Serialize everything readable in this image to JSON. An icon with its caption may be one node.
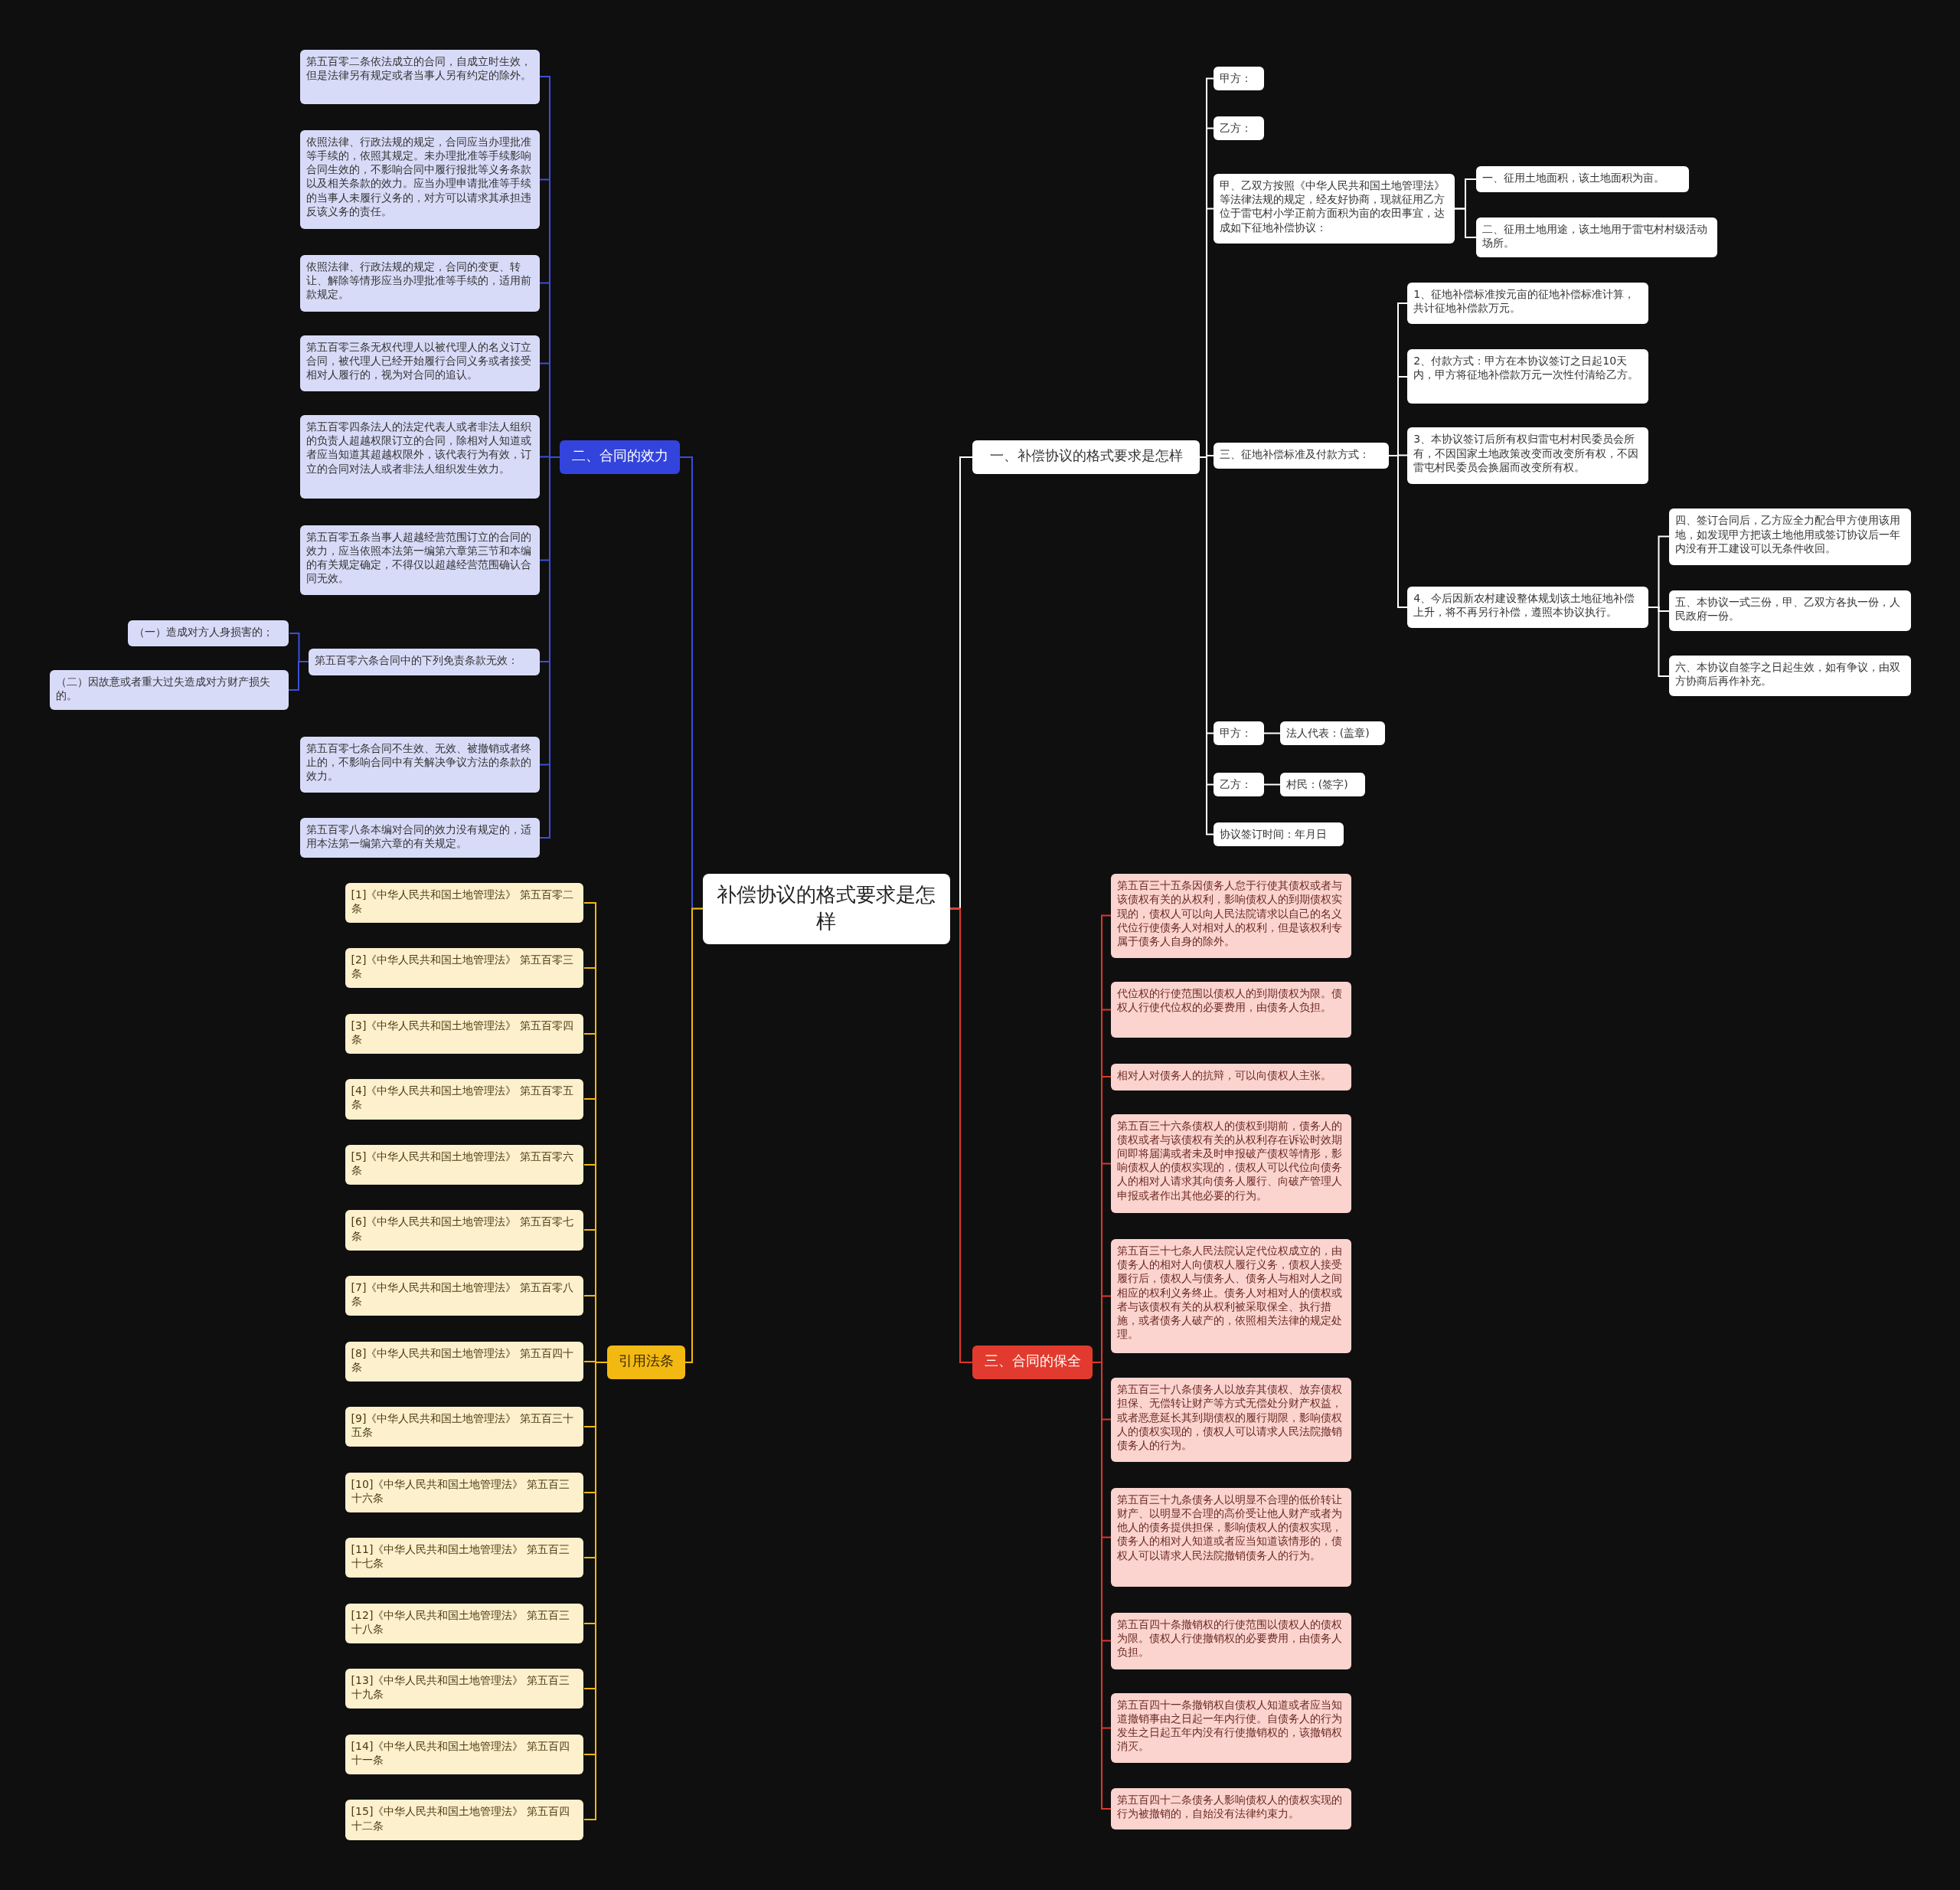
{
  "diagram": {
    "nodes": [
      {
        "text": [
          "补偿协议的格式要求是怎样"
        ]
      },
      {
        "text": [
          "一、补偿协议的格式要求是怎样"
        ]
      },
      {
        "text": [
          "甲方："
        ]
      },
      {
        "text": [
          "乙方："
        ]
      },
      {
        "text": [
          "甲、乙双方按照《中华人民共和国土地管理法》等法律法规的规定，经友好协商，现就征用乙方位于雷屯村小学正前方面积为亩的农田事宜，达成如下征地补偿协议："
        ]
      },
      {
        "text": [
          "一、征用土地面积，该土地面积为亩。"
        ]
      },
      {
        "text": [
          "二、征用土地用途，该土地用于雷屯村村级活动场所。"
        ]
      },
      {
        "text": [
          "三、征地补偿标准及付款方式："
        ]
      },
      {
        "text": [
          "1、征地补偿标准按元亩的征地补偿标准计算，共计征地补偿款万元。"
        ]
      },
      {
        "text": [
          "2、付款方式：甲方在本协议签订之日起10天内，甲方将征地补偿款万元一次性付清给乙方。"
        ]
      },
      {
        "text": [
          "3、本协议签订后所有权归雷屯村村民委员会所有，不因国家土地政策改变而改变所有权，不因雷屯村民委员会换届而改变所有权。"
        ]
      },
      {
        "text": [
          "4、今后因新农村建设整体规划该土地征地补偿上升，将不再另行补偿，遵照本协议执行。"
        ]
      },
      {
        "text": [
          "四、签订合同后，乙方应全力配合甲方使用该用地，如发现甲方把该土地他用或签订协议后一年内没有开工建设可以无条件收回。"
        ]
      },
      {
        "text": [
          "五、本协议一式三份，甲、乙双方各执一份，人民政府一份。"
        ]
      },
      {
        "text": [
          "六、本协议自签字之日起生效，如有争议，由双方协商后再作补充。"
        ]
      },
      {
        "text": [
          "甲方："
        ]
      },
      {
        "text": [
          "法人代表：(盖章)"
        ]
      },
      {
        "text": [
          "乙方："
        ]
      },
      {
        "text": [
          "村民：(签字)"
        ]
      },
      {
        "text": [
          "协议签订时间：年月日"
        ]
      },
      {
        "text": [
          "二、合同的效力"
        ]
      },
      {
        "text": [
          "第五百零二条依法成立的合同，自成立时生效，但是法律另有规定或者当事人另有约定的除外。"
        ]
      },
      {
        "text": [
          "依照法律、行政法规的规定，合同应当办理批准等手续的，依照其规定。未办理批准等手续影响合同生效的，不影响合同中履行报批等义务条款以及相关条款的效力。应当办理申请批准等手续的当事人未履行义务的，对方可以请求其承担违反该义务的责任。"
        ]
      },
      {
        "text": [
          "依照法律、行政法规的规定，合同的变更、转让、解除等情形应当办理批准等手续的，适用前款规定。"
        ]
      },
      {
        "text": [
          "第五百零三条无权代理人以被代理人的名义订立合同，被代理人已经开始履行合同义务或者接受相对人履行的，视为对合同的追认。"
        ]
      },
      {
        "text": [
          "第五百零四条法人的法定代表人或者非法人组织的负责人超越权限订立的合同，除相对人知道或者应当知道其超越权限外，该代表行为有效，订立的合同对法人或者非法人组织发生效力。"
        ]
      },
      {
        "text": [
          "第五百零五条当事人超越经营范围订立的合同的效力，应当依照本法第一编第六章第三节和本编的有关规定确定，不得仅以超越经营范围确认合同无效。"
        ]
      },
      {
        "text": [
          "第五百零六条合同中的下列免责条款无效："
        ]
      },
      {
        "text": [
          "（一）造成对方人身损害的；"
        ]
      },
      {
        "text": [
          "（二）因故意或者重大过失造成对方财产损失的。"
        ]
      },
      {
        "text": [
          "第五百零七条合同不生效、无效、被撤销或者终止的，不影响合同中有关解决争议方法的条款的效力。"
        ]
      },
      {
        "text": [
          "第五百零八条本编对合同的效力没有规定的，适用本法第一编第六章的有关规定。"
        ]
      },
      {
        "text": [
          "三、合同的保全"
        ]
      },
      {
        "text": [
          "第五百三十五条因债务人怠于行使其债权或者与该债权有关的从权利，影响债权人的到期债权实现的，债权人可以向人民法院请求以自己的名义代位行使债务人对相对人的权利，但是该权利专属于债务人自身的除外。"
        ]
      },
      {
        "text": [
          "代位权的行使范围以债权人的到期债权为限。债权人行使代位权的必要费用，由债务人负担。"
        ]
      },
      {
        "text": [
          "相对人对债务人的抗辩，可以向债权人主张。"
        ]
      },
      {
        "text": [
          "第五百三十六条债权人的债权到期前，债务人的债权或者与该债权有关的从权利存在诉讼时效期间即将届满或者未及时申报破产债权等情形，影响债权人的债权实现的，债权人可以代位向债务人的相对人请求其向债务人履行、向破产管理人申报或者作出其他必要的行为。"
        ]
      },
      {
        "text": [
          "第五百三十七条人民法院认定代位权成立的，由债务人的相对人向债权人履行义务，债权人接受履行后，债权人与债务人、债务人与相对人之间相应的权利义务终止。债务人对相对人的债权或者与该债权有关的从权利被采取保全、执行措施，或者债务人破产的，依照相关法律的规定处理。"
        ]
      },
      {
        "text": [
          "第五百三十八条债务人以放弃其债权、放弃债权担保、无偿转让财产等方式无偿处分财产权益，或者恶意延长其到期债权的履行期限，影响债权人的债权实现的，债权人可以请求人民法院撤销债务人的行为。"
        ]
      },
      {
        "text": [
          "第五百三十九条债务人以明显不合理的低价转让财产、以明显不合理的高价受让他人财产或者为他人的债务提供担保，影响债权人的债权实现，债务人的相对人知道或者应当知道该情形的，债权人可以请求人民法院撤销债务人的行为。"
        ]
      },
      {
        "text": [
          "第五百四十条撤销权的行使范围以债权人的债权为限。债权人行使撤销权的必要费用，由债务人负担。"
        ]
      },
      {
        "text": [
          "第五百四十一条撤销权自债权人知道或者应当知道撤销事由之日起一年内行使。自债务人的行为发生之日起五年内没有行使撤销权的，该撤销权消灭。"
        ]
      },
      {
        "text": [
          "第五百四十二条债务人影响债权人的债权实现的行为被撤销的，自始没有法律约束力。"
        ]
      },
      {
        "text": [
          "引用法条"
        ]
      },
      {
        "text": [
          "[1]《中华人民共和国土地管理法》 第五百零二条"
        ]
      },
      {
        "text": [
          "[2]《中华人民共和国土地管理法》 第五百零三条"
        ]
      },
      {
        "text": [
          "[3]《中华人民共和国土地管理法》 第五百零四条"
        ]
      },
      {
        "text": [
          "[4]《中华人民共和国土地管理法》 第五百零五条"
        ]
      },
      {
        "text": [
          "[5]《中华人民共和国土地管理法》 第五百零六条"
        ]
      },
      {
        "text": [
          "[6]《中华人民共和国土地管理法》 第五百零七条"
        ]
      },
      {
        "text": [
          "[7]《中华人民共和国土地管理法》 第五百零八条"
        ]
      },
      {
        "text": [
          "[8]《中华人民共和国土地管理法》 第五百四十条"
        ]
      },
      {
        "text": [
          "[9]《中华人民共和国土地管理法》 第五百三十五条"
        ]
      },
      {
        "text": [
          "[10]《中华人民共和国土地管理法》 第五百三十六条"
        ]
      },
      {
        "text": [
          "[11]《中华人民共和国土地管理法》 第五百三十七条"
        ]
      },
      {
        "text": [
          "[12]《中华人民共和国土地管理法》 第五百三十八条"
        ]
      },
      {
        "text": [
          "[13]《中华人民共和国土地管理法》 第五百三十九条"
        ]
      },
      {
        "text": [
          "[14]《中华人民共和国土地管理法》 第五百四十一条"
        ]
      },
      {
        "text": [
          "[15]《中华人民共和国土地管理法》 第五百四十二条"
        ]
      }
    ],
    "edges": [
      {
        "from": 0,
        "to": 1,
        "arrow": "none"
      },
      {
        "from": 1,
        "to": 2,
        "arrow": "none"
      },
      {
        "from": 1,
        "to": 3,
        "arrow": "none"
      },
      {
        "from": 1,
        "to": 4,
        "arrow": "none"
      },
      {
        "from": 4,
        "to": 5,
        "arrow": "none"
      },
      {
        "from": 4,
        "to": 6,
        "arrow": "none"
      },
      {
        "from": 1,
        "to": 7,
        "arrow": "none"
      },
      {
        "from": 7,
        "to": 8,
        "arrow": "none"
      },
      {
        "from": 7,
        "to": 9,
        "arrow": "none"
      },
      {
        "from": 7,
        "to": 10,
        "arrow": "none"
      },
      {
        "from": 7,
        "to": 11,
        "arrow": "none"
      },
      {
        "from": 11,
        "to": 12,
        "arrow": "none"
      },
      {
        "from": 11,
        "to": 13,
        "arrow": "none"
      },
      {
        "from": 11,
        "to": 14,
        "arrow": "none"
      },
      {
        "from": 1,
        "to": 15,
        "arrow": "none"
      },
      {
        "from": 15,
        "to": 16,
        "arrow": "none"
      },
      {
        "from": 1,
        "to": 17,
        "arrow": "none"
      },
      {
        "from": 17,
        "to": 18,
        "arrow": "none"
      },
      {
        "from": 1,
        "to": 19,
        "arrow": "none"
      },
      {
        "from": 0,
        "to": 20,
        "arrow": "none",
        "color": "#3b4fd8"
      },
      {
        "from": 20,
        "to": 21,
        "arrow": "none",
        "color": "#3b4fd8"
      },
      {
        "from": 20,
        "to": 22,
        "arrow": "none",
        "color": "#3b4fd8"
      },
      {
        "from": 20,
        "to": 23,
        "arrow": "none",
        "color": "#3b4fd8"
      },
      {
        "from": 20,
        "to": 24,
        "arrow": "none",
        "color": "#3b4fd8"
      },
      {
        "from": 20,
        "to": 25,
        "arrow": "none",
        "color": "#3b4fd8"
      },
      {
        "from": 20,
        "to": 26,
        "arrow": "none",
        "color": "#3b4fd8"
      },
      {
        "from": 20,
        "to": 27,
        "arrow": "none",
        "color": "#3b4fd8"
      },
      {
        "from": 27,
        "to": 28,
        "arrow": "none",
        "color": "#3b4fd8"
      },
      {
        "from": 27,
        "to": 29,
        "arrow": "none",
        "color": "#3b4fd8"
      },
      {
        "from": 20,
        "to": 30,
        "arrow": "none",
        "color": "#3b4fd8"
      },
      {
        "from": 20,
        "to": 31,
        "arrow": "none",
        "color": "#3b4fd8"
      },
      {
        "from": 0,
        "to": 32,
        "arrow": "none",
        "color": "#e0362c"
      },
      {
        "from": 32,
        "to": 33,
        "arrow": "none",
        "color": "#e0362c"
      },
      {
        "from": 32,
        "to": 34,
        "arrow": "none",
        "color": "#e0362c"
      },
      {
        "from": 32,
        "to": 35,
        "arrow": "none",
        "color": "#e0362c"
      },
      {
        "from": 32,
        "to": 36,
        "arrow": "none",
        "color": "#e0362c"
      },
      {
        "from": 32,
        "to": 37,
        "arrow": "none",
        "color": "#e0362c"
      },
      {
        "from": 32,
        "to": 38,
        "arrow": "none",
        "color": "#e0362c"
      },
      {
        "from": 32,
        "to": 39,
        "arrow": "none",
        "color": "#e0362c"
      },
      {
        "from": 32,
        "to": 40,
        "arrow": "none",
        "color": "#e0362c"
      },
      {
        "from": 32,
        "to": 41,
        "arrow": "none",
        "color": "#e0362c"
      },
      {
        "from": 32,
        "to": 42,
        "arrow": "none",
        "color": "#e0362c"
      },
      {
        "from": 0,
        "to": 43,
        "arrow": "none",
        "color": "#f2b80f"
      },
      {
        "from": 43,
        "to": 44,
        "arrow": "none",
        "color": "#f2b80f"
      },
      {
        "from": 43,
        "to": 45,
        "arrow": "none",
        "color": "#f2b80f"
      },
      {
        "from": 43,
        "to": 46,
        "arrow": "none",
        "color": "#f2b80f"
      },
      {
        "from": 43,
        "to": 47,
        "arrow": "none",
        "color": "#f2b80f"
      },
      {
        "from": 43,
        "to": 48,
        "arrow": "none",
        "color": "#f2b80f"
      },
      {
        "from": 43,
        "to": 49,
        "arrow": "none",
        "color": "#f2b80f"
      },
      {
        "from": 43,
        "to": 50,
        "arrow": "none",
        "color": "#f2b80f"
      },
      {
        "from": 43,
        "to": 51,
        "arrow": "none",
        "color": "#f2b80f"
      },
      {
        "from": 43,
        "to": 52,
        "arrow": "none",
        "color": "#f2b80f"
      },
      {
        "from": 43,
        "to": 53,
        "arrow": "none",
        "color": "#f2b80f"
      },
      {
        "from": 43,
        "to": 54,
        "arrow": "none",
        "color": "#f2b80f"
      },
      {
        "from": 43,
        "to": 55,
        "arrow": "none",
        "color": "#f2b80f"
      },
      {
        "from": 43,
        "to": 56,
        "arrow": "none",
        "color": "#f2b80f"
      },
      {
        "from": 43,
        "to": 57,
        "arrow": "none",
        "color": "#f2b80f"
      },
      {
        "from": 43,
        "to": 58,
        "arrow": "none",
        "color": "#f2b80f"
      }
    ]
  }
}
